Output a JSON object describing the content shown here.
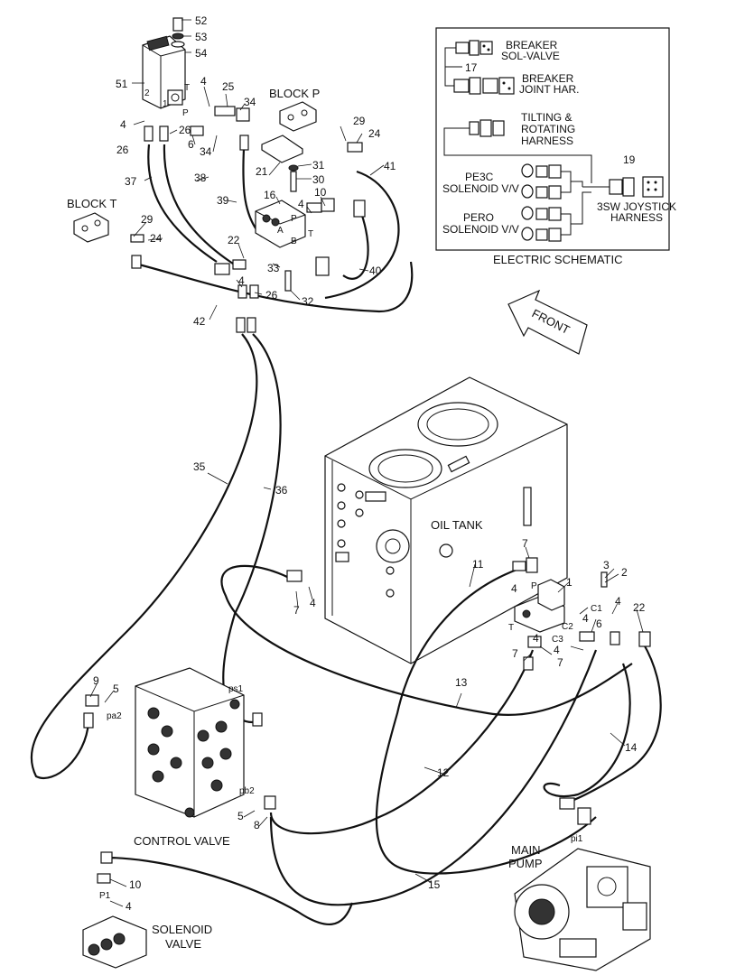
{
  "titles": {
    "block_p": "BLOCK P",
    "block_t": "BLOCK T",
    "oil_tank": "OIL TANK",
    "control_valve": "CONTROL VALVE",
    "main_pump_1": "MAIN",
    "main_pump_2": "PUMP",
    "solenoid_valve_1": "SOLENOID",
    "solenoid_valve_2": "VALVE",
    "front": "FRONT",
    "electric_schematic": "ELECTRIC SCHEMATIC"
  },
  "schematic": {
    "breaker_sol_1": "BREAKER",
    "breaker_sol_2": "SOL-VALVE",
    "breaker_joint_1": "BREAKER",
    "breaker_joint_2": "JOINT HAR.",
    "tilting_1": "TILTING &",
    "tilting_2": "ROTATING",
    "tilting_3": "HARNESS",
    "pe3c_1": "PE3C",
    "pe3c_2": "SOLENOID V/V",
    "pero_1": "PERO",
    "pero_2": "SOLENOID V/V",
    "joystick_1": "3SW JOYSTICK",
    "joystick_2": "HARNESS",
    "ref_17": "17",
    "ref_19": "19"
  },
  "port_labels": {
    "p1": "P",
    "t1": "T",
    "p2": "P",
    "a": "A",
    "b": "B",
    "t2": "T",
    "p3": "P",
    "t3": "T",
    "c1": "C1",
    "c2": "C2",
    "c3": "C3",
    "ps1": "ps1",
    "pa2": "pa2",
    "pb2": "pb2",
    "pi1": "pi1",
    "p1_sol": "P1",
    "n1": "1",
    "n2": "2"
  },
  "callouts": {
    "c52": "52",
    "c53": "53",
    "c54": "54",
    "c51": "51",
    "c4a": "4",
    "c25": "25",
    "c34a": "34",
    "c26a": "26",
    "c4b": "4",
    "c26b": "26",
    "c6a": "6",
    "c34b": "34",
    "c29a": "29",
    "c24a": "24",
    "c21": "21",
    "c31": "31",
    "c30": "30",
    "c37": "37",
    "c38": "38",
    "c39": "39",
    "c16": "16",
    "c10a": "10",
    "c4c": "4",
    "c41": "41",
    "c29b": "29",
    "c24b": "24",
    "c22a": "22",
    "c33": "33",
    "c40": "40",
    "c4d": "4",
    "c26c": "26",
    "c32": "32",
    "c42": "42",
    "c35": "35",
    "c36": "36",
    "c7a": "7",
    "c4e": "4",
    "c11": "11",
    "c7b": "7",
    "c1": "1",
    "c3": "3",
    "c2": "2",
    "c4f": "4",
    "c22b": "22",
    "c4g": "4",
    "c6b": "6",
    "c4h": "4",
    "c7c": "7",
    "c4i": "4",
    "c7d": "7",
    "c13": "13",
    "c9": "9",
    "c5a": "5",
    "c14": "14",
    "c12": "12",
    "c5b": "5",
    "c8": "8",
    "c15": "15",
    "c10b": "10",
    "c4j": "4"
  }
}
